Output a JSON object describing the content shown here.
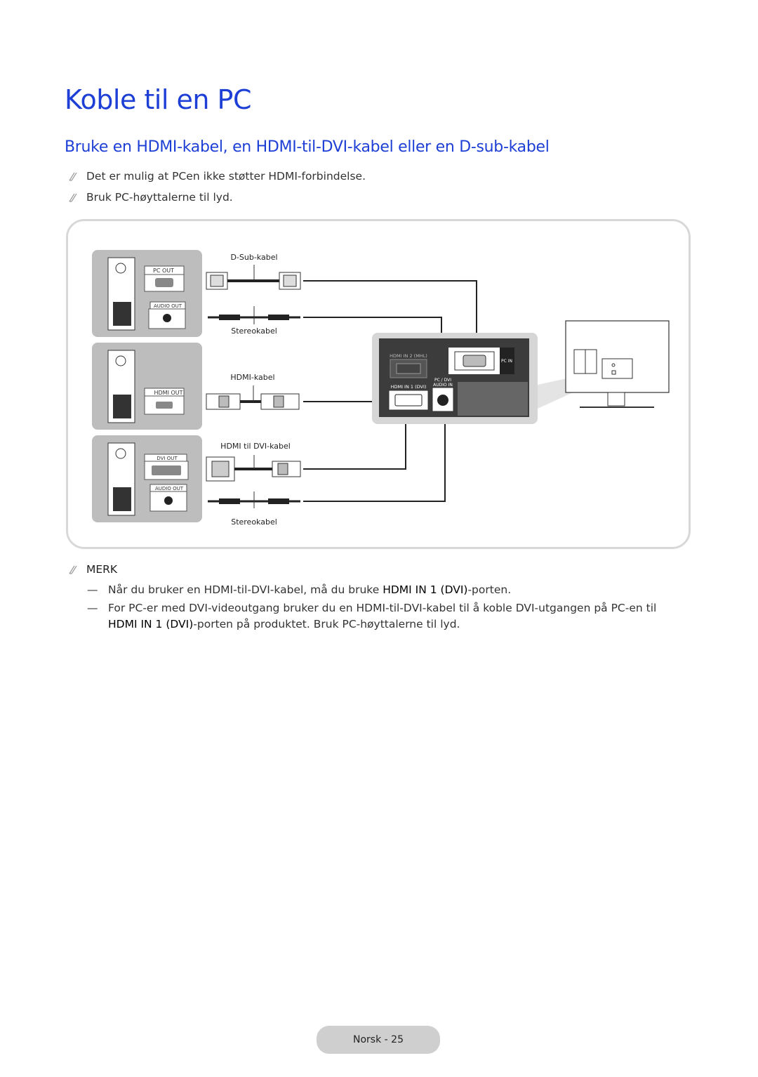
{
  "title": "Koble til en PC",
  "subtitle": "Bruke en HDMI-kabel, en HDMI-til-DVI-kabel eller en D-sub-kabel",
  "notes": [
    "Det er mulig at PCen ikke støtter HDMI-forbindelse.",
    "Bruk PC-høyttalerne til lyd."
  ],
  "diagram": {
    "pc_ports": [
      "PC OUT",
      "AUDIO OUT",
      "HDMI OUT",
      "DVI OUT",
      "AUDIO OUT"
    ],
    "cables": {
      "dsub": "D-Sub-kabel",
      "stereo_top": "Stereokabel",
      "hdmi": "HDMI-kabel",
      "hdmi_dvi": "HDMI til DVI-kabel",
      "stereo_bottom": "Stereokabel"
    },
    "tv_ports": {
      "hdmi2": "HDMI IN 2 (MHL)",
      "pc_in": "PC IN",
      "pc_dvi": "PC / DVI",
      "audio_in": "AUDIO IN",
      "hdmi1": "HDMI IN 1 (DVI)"
    }
  },
  "merk": {
    "heading": "MERK",
    "items": [
      {
        "dash": "—",
        "before": "Når du bruker en HDMI-til-DVI-kabel, må du bruke ",
        "strong": "HDMI IN 1 (DVI)",
        "after": "-porten."
      },
      {
        "dash": "—",
        "before": "For PC-er med DVI-videoutgang bruker du en HDMI-til-DVI-kabel til å koble DVI-utgangen på PC-en til ",
        "strong": "HDMI IN 1 (DVI)",
        "after": "-porten på produktet. Bruk PC-høyttalerne til lyd."
      }
    ]
  },
  "footer": {
    "page_label": "Norsk - 25"
  }
}
